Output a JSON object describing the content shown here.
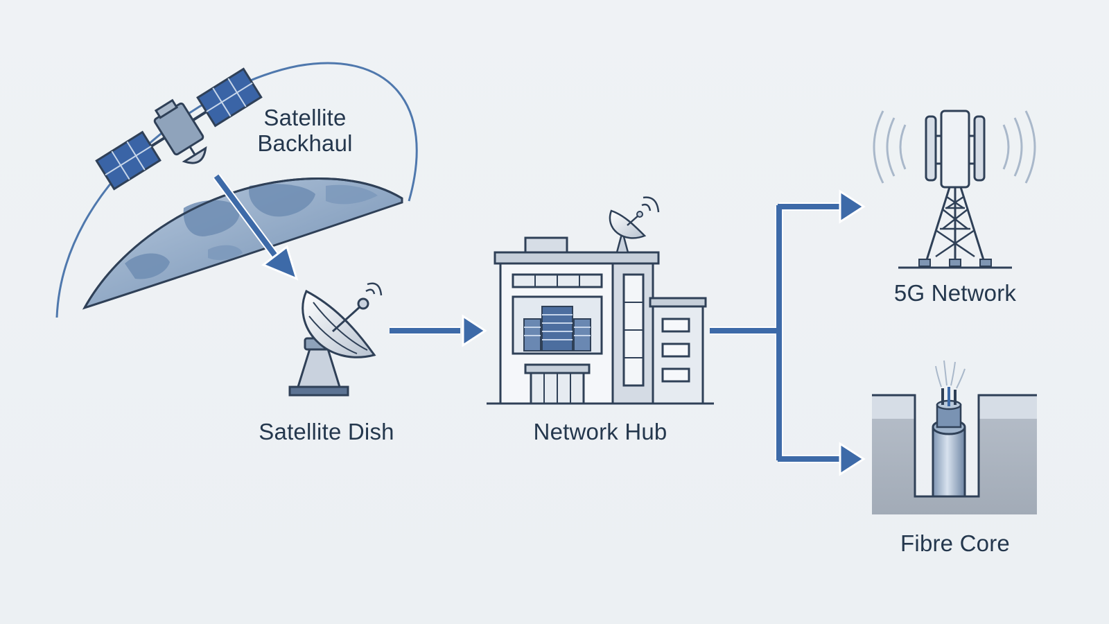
{
  "nodes": {
    "satellite": {
      "label_line1": "Satellite",
      "label_line2": "Backhaul",
      "icon": "satellite-icon"
    },
    "dish": {
      "label": "Satellite Dish",
      "icon": "satellite-dish-icon"
    },
    "hub": {
      "label": "Network Hub",
      "icon": "building-icon"
    },
    "tower": {
      "label": "5G Network",
      "icon": "cell-tower-icon"
    },
    "fibre": {
      "label": "Fibre Core",
      "icon": "fibre-cable-icon"
    }
  },
  "edges": [
    {
      "from": "satellite",
      "to": "dish"
    },
    {
      "from": "dish",
      "to": "hub"
    },
    {
      "from": "hub",
      "to": "tower"
    },
    {
      "from": "hub",
      "to": "fibre"
    }
  ],
  "colors": {
    "arrow": "#3d6aa8",
    "arrow_outline": "#ffffff",
    "line_dark": "#2f4057",
    "panel_blue": "#3b66a8",
    "globe": "#8ea8c6",
    "metal": "#c9d2de"
  }
}
